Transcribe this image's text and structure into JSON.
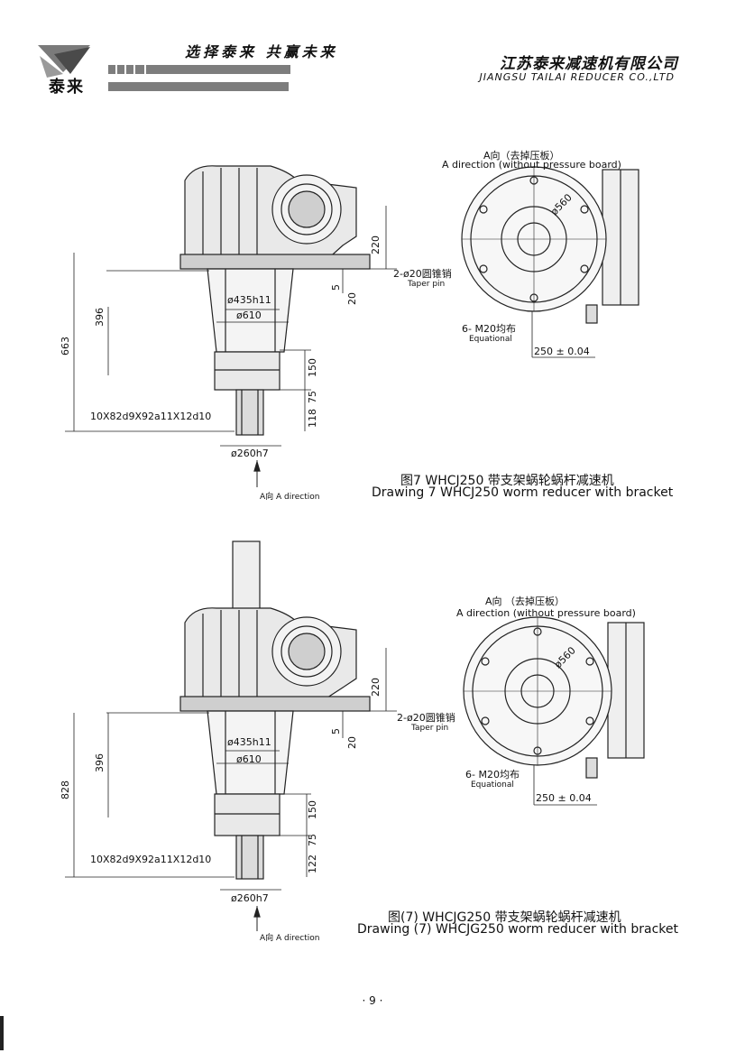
{
  "header": {
    "slogan": "选择泰来   共赢未来",
    "brand": "泰来",
    "company_cn": "江苏泰来减速机有限公司",
    "company_en": "JIANGSU TAILAI REDUCER CO.,LTD"
  },
  "figure1": {
    "view_title_cn": "A向（去掉压板）",
    "view_title_en": "A direction (without pressure board)",
    "diam_560": "ø560",
    "dim_220": "220",
    "dim_5": "5",
    "dim_20": "20",
    "taper_pin_cn": "2-ø20圆锥销",
    "taper_pin_en": "Taper pin",
    "bolt_cn": "6- M20均布",
    "bolt_en": "Equational",
    "dim_250": "250 ± 0.04",
    "diam_435": "ø435h11",
    "diam_610": "ø610",
    "dim_396": "396",
    "dim_total": "663",
    "dim_150": "150",
    "dim_75": "75",
    "dim_118": "118",
    "spline": "10X82d9X92a11X12d10",
    "diam_260": "ø260h7",
    "a_direction": "A向  A direction",
    "caption_cn": "图7   WHCJ250 带支架蜗轮蜗杆减速机",
    "caption_en": "Drawing 7 WHCJ250 worm reducer with bracket"
  },
  "figure2": {
    "view_title_cn": "A向 （去掉压板）",
    "view_title_en": "A direction (without pressure board)",
    "diam_560": "ø560",
    "dim_220": "220",
    "dim_5": "5",
    "dim_20": "20",
    "taper_pin_cn": "2-ø20圆锥销",
    "taper_pin_en": "Taper pin",
    "bolt_cn": "6- M20均布",
    "bolt_en": "Equational",
    "dim_250": "250 ± 0.04",
    "diam_435": "ø435h11",
    "diam_610": "ø610",
    "dim_396": "396",
    "dim_total": "828",
    "dim_150": "150",
    "dim_75": "75",
    "dim_122": "122",
    "spline": "10X82d9X92a11X12d10",
    "diam_260": "ø260h7",
    "a_direction": "A向  A direction",
    "caption_cn": "图(7)  WHCJG250 带支架蜗轮蜗杆减速机",
    "caption_en": "Drawing (7) WHCJG250 worm reducer with bracket"
  },
  "page_number": "· 9 ·"
}
